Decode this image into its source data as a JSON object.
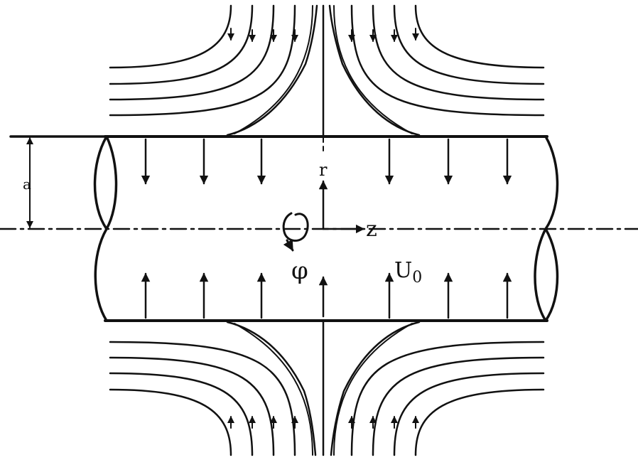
{
  "labels": {
    "radius": "a",
    "r_axis": "r",
    "z_axis": "z",
    "phi": "φ",
    "velocity": "U",
    "velocity_sub": "0"
  },
  "colors": {
    "ink": "#111111",
    "background": "#ffffff"
  }
}
